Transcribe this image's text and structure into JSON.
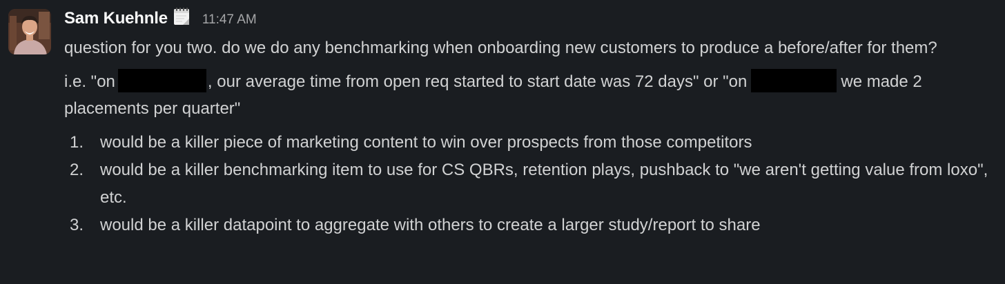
{
  "message": {
    "sender": "Sam Kuehnle",
    "status_icon": "calendar-icon",
    "timestamp": "11:47 AM",
    "paragraph_1": "question for you two. do we do any benchmarking when onboarding new customers to produce a before/after for them?",
    "paragraph_2": {
      "part_1": "i.e. \"on",
      "part_2": ", our average time from open req started to start date was 72 days\" or \"on",
      "part_3": "we made 2 placements per quarter\""
    },
    "list": [
      {
        "number": "1.",
        "text": "would be a killer piece of marketing content to win over prospects from those competitors"
      },
      {
        "number": "2.",
        "text": "would be a killer benchmarking item to use for CS QBRs, retention plays, pushback to \"we aren't getting value from loxo\", etc."
      },
      {
        "number": "3.",
        "text": "would be a killer datapoint to aggregate with others to create a larger study/report to share"
      }
    ]
  },
  "colors": {
    "background": "#1a1d21",
    "body_text": "#d1d2d3",
    "sender_text": "#f8f8f8",
    "timestamp_text": "#a5a6a8",
    "redaction": "#000000"
  }
}
